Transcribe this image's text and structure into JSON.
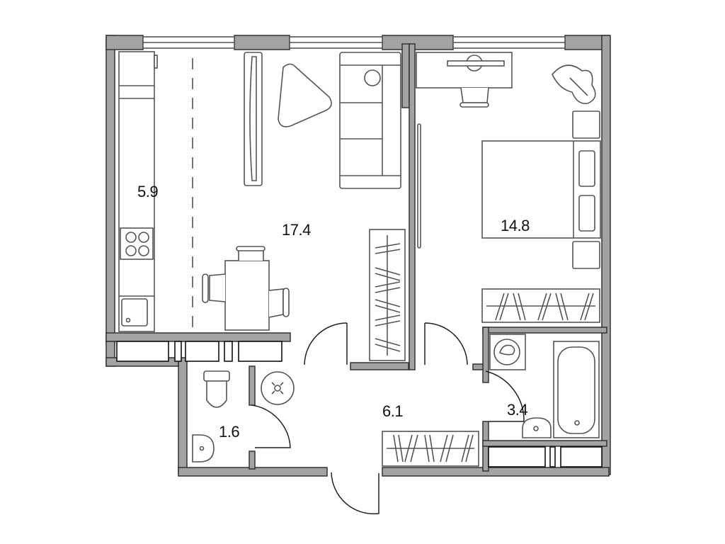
{
  "plan": {
    "colors": {
      "wall": "#a3a3a3",
      "outline": "#333333",
      "background": "#ffffff"
    },
    "rooms": [
      {
        "id": "kitchen",
        "area": "5.9"
      },
      {
        "id": "living-room",
        "area": "17.4"
      },
      {
        "id": "bedroom",
        "area": "14.8"
      },
      {
        "id": "hallway",
        "area": "6.1"
      },
      {
        "id": "bathroom",
        "area": "3.4"
      },
      {
        "id": "toilet",
        "area": "1.6"
      }
    ],
    "furniture": [
      "kitchen-counter",
      "stove",
      "sink",
      "tv-stand",
      "coffee-table",
      "sofa",
      "cat",
      "dining-table",
      "chairs",
      "wardrobe",
      "desk",
      "monitor",
      "desk-chair",
      "plant",
      "bed",
      "nightstands",
      "pillows",
      "closet",
      "washing-machine",
      "bathtub",
      "washbasin",
      "toilet-bowl",
      "boiler",
      "hallway-closet"
    ]
  }
}
